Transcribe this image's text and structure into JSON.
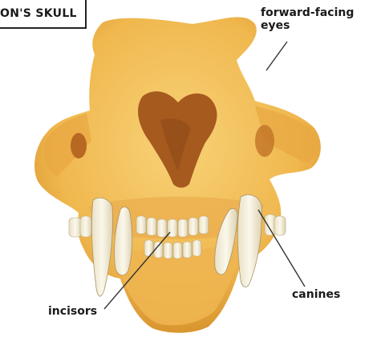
{
  "diagram": {
    "title": "ON'S SKULL",
    "labels": {
      "forward_facing_eyes": "forward-facing eyes",
      "canines": "canines",
      "incisors": "incisors"
    }
  },
  "colors": {
    "background": "#ffffff",
    "bone": "#f2c05a",
    "bone_shadow": "#d9952e",
    "cavity": "#a65a1e",
    "tooth": "#f7f2df",
    "leader_line": "#333333"
  }
}
